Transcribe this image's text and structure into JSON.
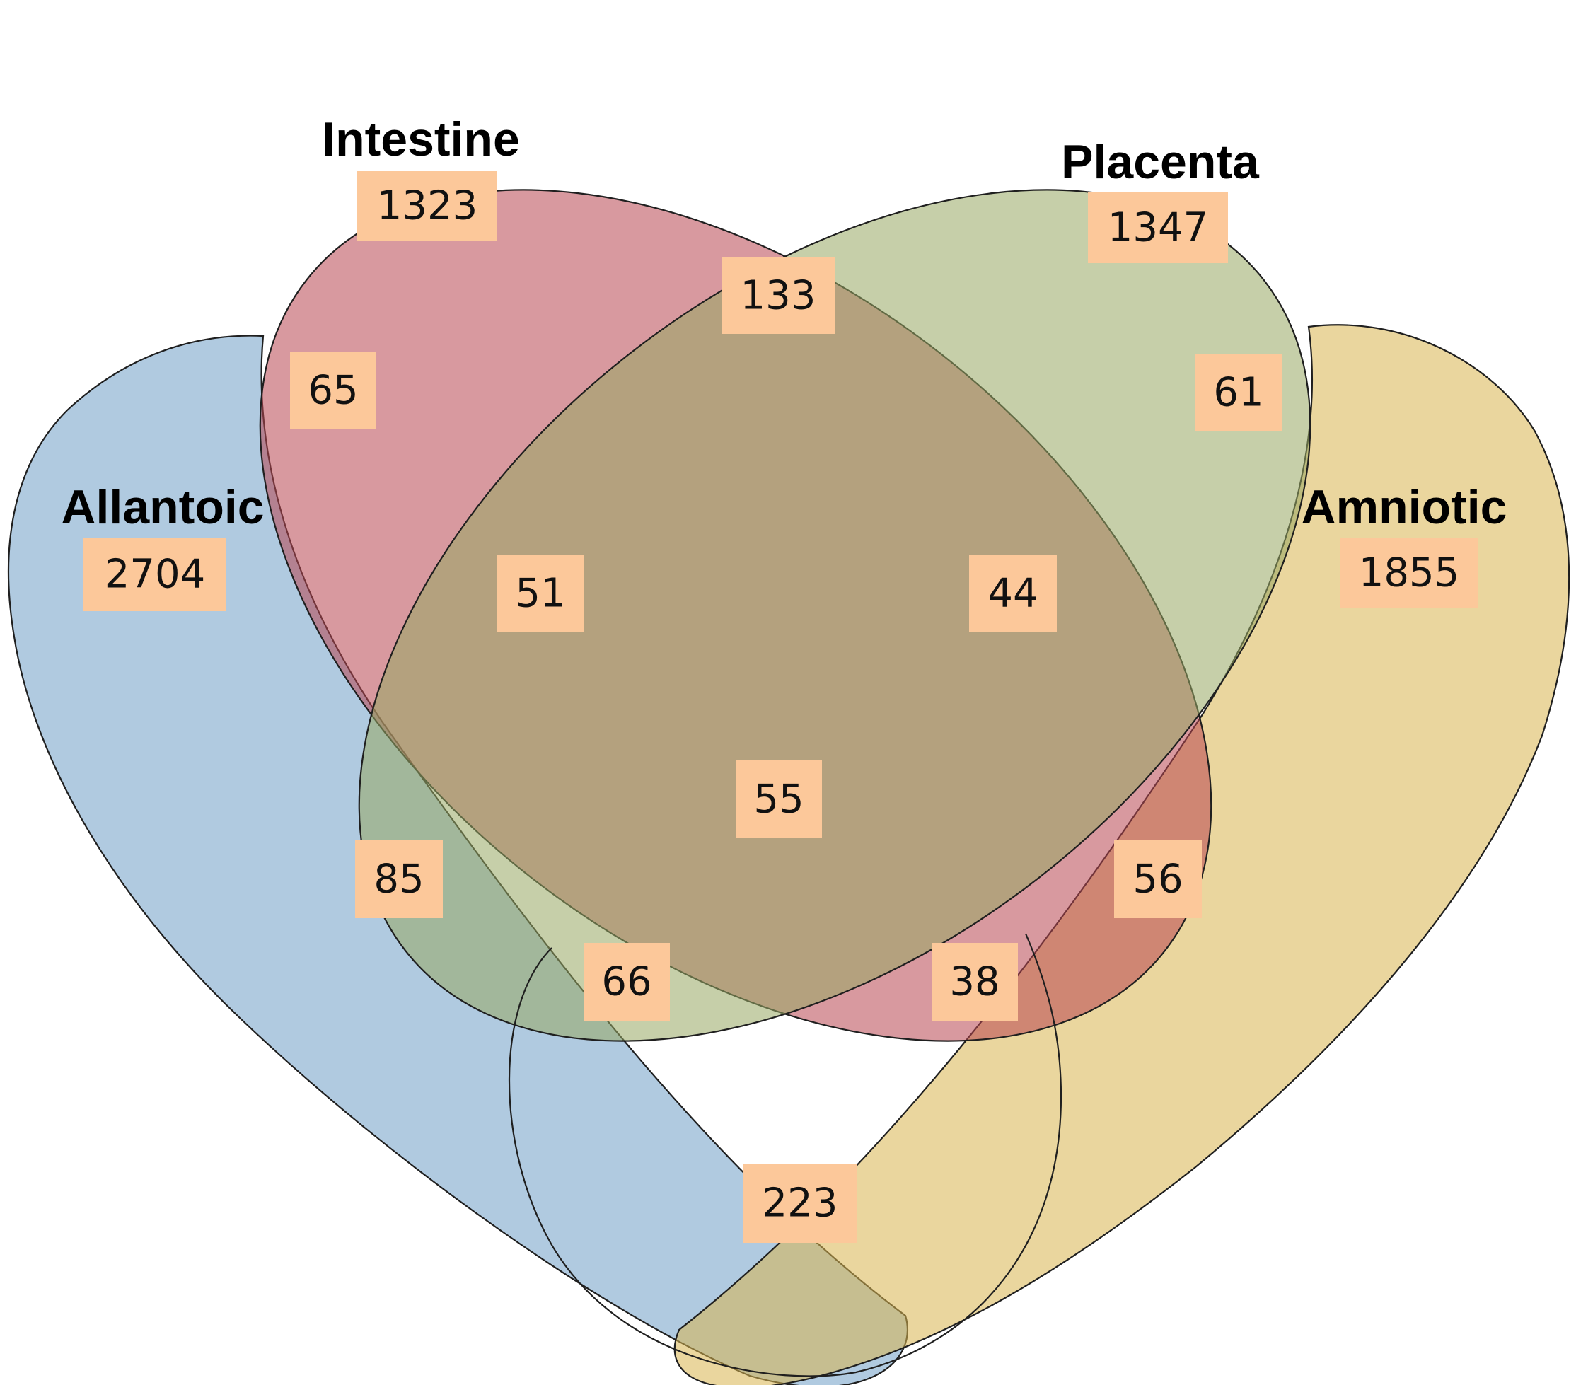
{
  "sets": [
    {
      "id": "allantoic",
      "name": "Allantoic",
      "color": "#6f9ec6"
    },
    {
      "id": "intestine",
      "name": "Intestine",
      "color": "#b84550"
    },
    {
      "id": "placenta",
      "name": "Placenta",
      "color": "#98a763"
    },
    {
      "id": "amniotic",
      "name": "Amniotic",
      "color": "#d8b54f"
    }
  ],
  "label_box_color": "#fcc89a",
  "regions": [
    {
      "sets": [
        "allantoic"
      ],
      "value": "2704"
    },
    {
      "sets": [
        "intestine"
      ],
      "value": "1323"
    },
    {
      "sets": [
        "placenta"
      ],
      "value": "1347"
    },
    {
      "sets": [
        "amniotic"
      ],
      "value": "1855"
    },
    {
      "sets": [
        "allantoic",
        "intestine"
      ],
      "value": "65"
    },
    {
      "sets": [
        "intestine",
        "placenta"
      ],
      "value": "133"
    },
    {
      "sets": [
        "placenta",
        "amniotic"
      ],
      "value": "61"
    },
    {
      "sets": [
        "allantoic",
        "intestine",
        "placenta"
      ],
      "value": "51"
    },
    {
      "sets": [
        "intestine",
        "placenta",
        "amniotic"
      ],
      "value": "44"
    },
    {
      "sets": [
        "allantoic",
        "intestine",
        "placenta",
        "amniotic"
      ],
      "value": "55"
    },
    {
      "sets": [
        "allantoic",
        "placenta"
      ],
      "value": "85"
    },
    {
      "sets": [
        "intestine",
        "amniotic"
      ],
      "value": "56"
    },
    {
      "sets": [
        "allantoic",
        "placenta",
        "amniotic"
      ],
      "value": "66"
    },
    {
      "sets": [
        "allantoic",
        "intestine",
        "amniotic"
      ],
      "value": "38"
    },
    {
      "sets": [
        "allantoic",
        "amniotic"
      ],
      "value": "223"
    }
  ]
}
